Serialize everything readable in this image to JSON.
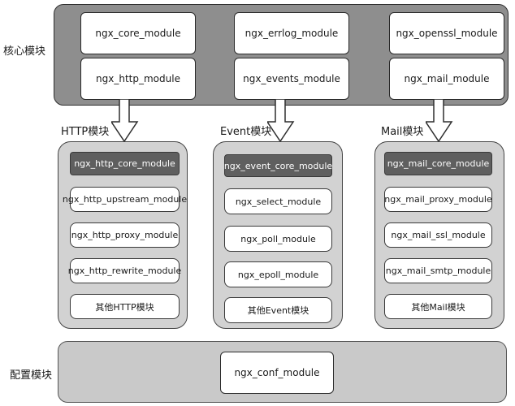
{
  "core": {
    "label": "核心模块",
    "modules": [
      "ngx_core_module",
      "ngx_errlog_module",
      "ngx_openssl_module",
      "ngx_http_module",
      "ngx_events_module",
      "ngx_mail_module"
    ]
  },
  "groups": [
    {
      "title": "HTTP模块",
      "modules": [
        "ngx_http_core_module",
        "ngx_http_upstream_module",
        "ngx_http_proxy_module",
        "ngx_http_rewrite_module",
        "其他HTTP模块"
      ]
    },
    {
      "title": "Event模块",
      "modules": [
        "ngx_event_core_module",
        "ngx_select_module",
        "ngx_poll_module",
        "ngx_epoll_module",
        "其他Event模块"
      ]
    },
    {
      "title": "Mail模块",
      "modules": [
        "ngx_mail_core_module",
        "ngx_mail_proxy_module",
        "ngx_mail_ssl_module",
        "ngx_mail_smtp_module",
        "其他Mail模块"
      ]
    }
  ],
  "conf": {
    "label": "配置模块",
    "module": "ngx_conf_module"
  }
}
